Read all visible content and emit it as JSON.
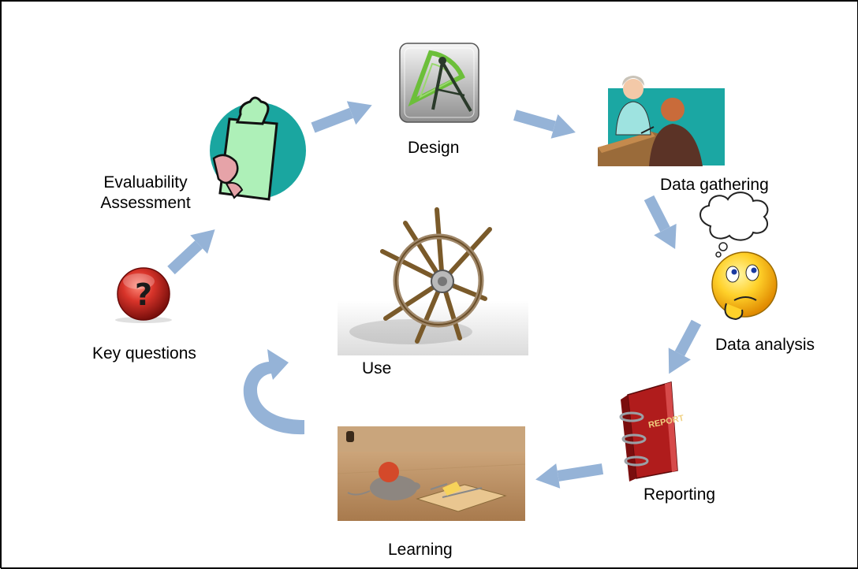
{
  "diagram": {
    "stages": {
      "design": "Design",
      "data_gathering": "Data gathering",
      "data_analysis": "Data analysis",
      "reporting": "Reporting",
      "learning": "Learning",
      "key_questions": "Key questions",
      "evaluability_line1": "Evaluability",
      "evaluability_line2": "Assessment",
      "use": "Use"
    },
    "icons": {
      "design": "drafting-compass-icon",
      "data_gathering": "interview-people-icon",
      "data_analysis": "thinking-smiley-icon",
      "reporting": "report-binder-icon",
      "learning": "mouse-trap-photo",
      "key_questions": "question-mark-icon",
      "evaluability": "clipboard-icon",
      "use": "ships-wheel-icon"
    },
    "colors": {
      "arrow": "#95B3D7",
      "red_button": "#C0322B",
      "smiley": "#F7C72C",
      "report_red": "#B01C1C",
      "clipboard_bg": "#1AA6A0"
    }
  }
}
